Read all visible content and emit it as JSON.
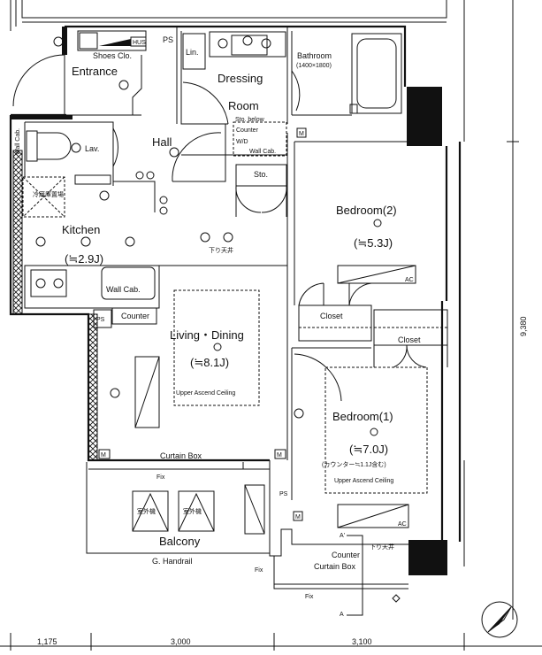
{
  "plan": {
    "entrance": {
      "shoes": "Shoes Clo.",
      "hus": "HUS",
      "label": "Entrance"
    },
    "ps_top": "PS",
    "dressing": {
      "lin": "Lin.",
      "line1": "Dressing",
      "line2": "Room",
      "sto_below": "Sto. below",
      "counter": "Counter",
      "wd": "W/D",
      "wall_cab": "Wall Cab."
    },
    "bathroom": {
      "label": "Bathroom",
      "size": "(1400×1800)"
    },
    "lav": {
      "label": "Lav.",
      "wall_cab": "Wall Cab."
    },
    "hall": {
      "label": "Hall",
      "sto": "Sto."
    },
    "kitchen": {
      "label": "Kitchen",
      "area": "(≒2.9J)",
      "fridge": "冷蔵庫置場",
      "lowered": "下り天井",
      "wall_cab": "Wall Cab.",
      "counter": "Counter",
      "ps": "PS"
    },
    "living": {
      "label": "Living・Dining",
      "area": "(≒8.1J)",
      "ceiling": "Upper Ascend Ceiling"
    },
    "bedroom2": {
      "label": "Bedroom(2)",
      "area": "(≒5.3J)",
      "closet": "Closet",
      "ac": "AC"
    },
    "bedroom1": {
      "label": "Bedroom(1)",
      "area": "(≒7.0J)",
      "note": "(カウンター≒1.1J含む)",
      "ceiling": "Upper Ascend Ceiling",
      "closet": "Closet",
      "ac": "AC"
    },
    "balcony": {
      "label": "Balcony",
      "curtain_box": "Curtain Box",
      "fix": "Fix",
      "handrail": "G. Handrail",
      "unit1": "室外機",
      "unit2": "室外機"
    },
    "bedroom1_window": {
      "ps": "PS",
      "counter": "Counter",
      "curtain_box": "Curtain Box",
      "fix1": "Fix",
      "fix2": "Fix",
      "lowered": "下り天井",
      "a_prime": "A'",
      "a": "A"
    },
    "meter": "M",
    "dimensions": {
      "d1": "1,175",
      "d2": "3,000",
      "d3": "3,100",
      "height": "9,380"
    }
  }
}
